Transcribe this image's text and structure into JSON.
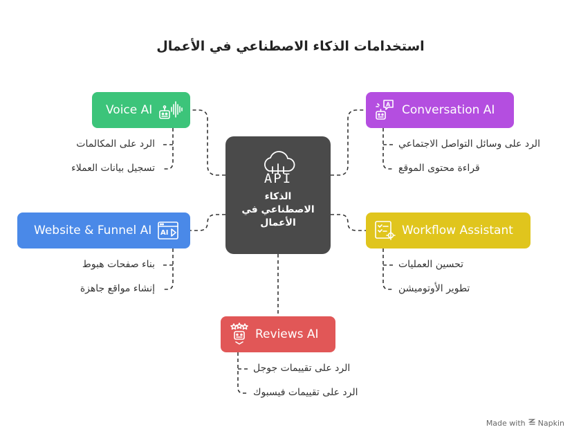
{
  "title": "استخدامات الذكاء الاصطناعي في الأعمال",
  "center": {
    "api_text": "API",
    "title_lines": [
      "الذكاء",
      "الاصطناعي في",
      "الأعمال"
    ],
    "color": "#4a4a4a",
    "icon": "cloud-icon"
  },
  "nodes": {
    "voice": {
      "label": "Voice AI",
      "color": "#3cc47a",
      "icon": "voice-robot-icon",
      "items": [
        "الرد على المكالمات",
        "تسجيل بيانات العملاء"
      ]
    },
    "conversation": {
      "label": "Conversation AI",
      "color": "#b44ee0",
      "icon": "chat-robot-icon",
      "items": [
        "الرد على وسائل التواصل الاجتماعي",
        "قراءة محتوى الموقع"
      ]
    },
    "website": {
      "label": "Website & Funnel AI",
      "color": "#4a89e8",
      "icon": "website-ai-icon",
      "items": [
        "بناء صفحات هبوط",
        "إنشاء مواقع جاهزة"
      ]
    },
    "workflow": {
      "label": "Workflow Assistant",
      "color": "#e0c51d",
      "icon": "checklist-gear-icon",
      "items": [
        "تحسين العمليات",
        "تطوير الأوتوميشن"
      ]
    },
    "reviews": {
      "label": "Reviews AI",
      "color": "#e15757",
      "icon": "reviews-robot-icon",
      "items": [
        "الرد على تقييمات جوجل",
        "الرد على تقييمات فيسبوك"
      ]
    }
  },
  "footer": {
    "text": "Made with",
    "brand": "Napkin",
    "icon": "napkin-logo-icon"
  }
}
